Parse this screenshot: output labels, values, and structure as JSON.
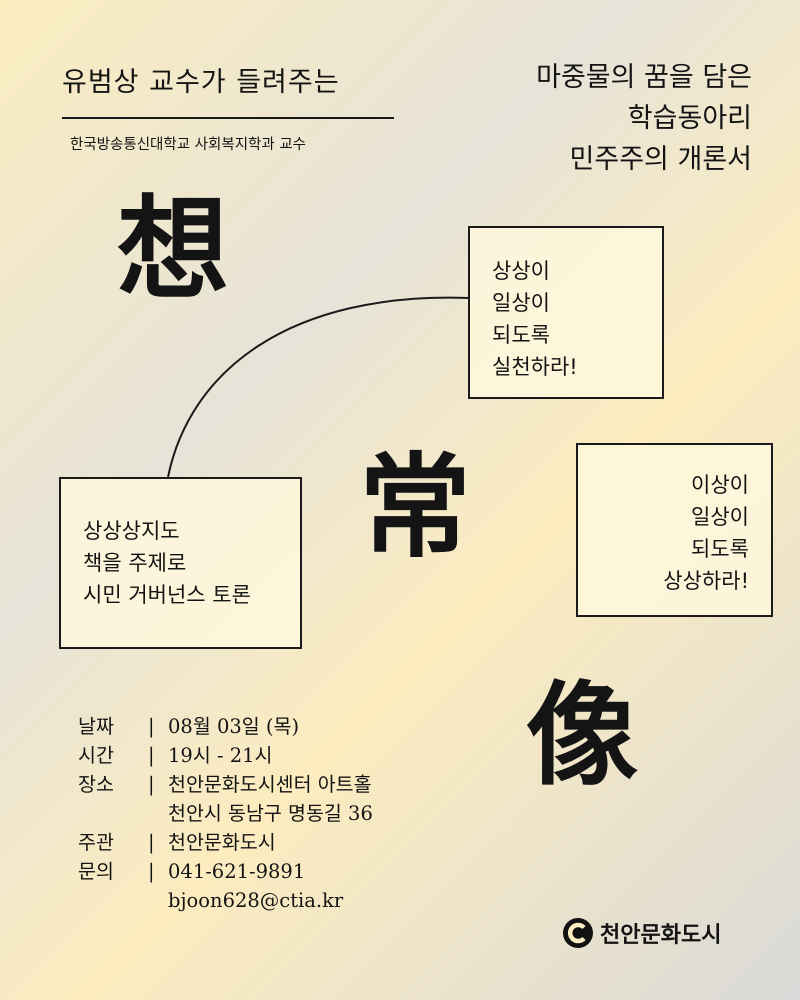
{
  "header": {
    "left_title": "유범상 교수가 들려주는",
    "subtitle": "한국방송통신대학교 사회복지학과 교수",
    "right_lines": [
      "마중물의 꿈을 담은",
      "학습동아리",
      "민주주의 개론서"
    ]
  },
  "hanja": [
    "想",
    "常",
    "像"
  ],
  "cards": {
    "card1": [
      "상상이",
      "일상이",
      "되도록",
      "실천하라!"
    ],
    "card2": [
      "이상이",
      "일상이",
      "되도록",
      "상상하라!"
    ],
    "card3": [
      "상상상지도",
      "책을 주제로",
      "시민 거버넌스 토론"
    ]
  },
  "info": [
    {
      "label": "날짜",
      "sep": "|",
      "value": "08월 03일 (목)"
    },
    {
      "label": "시간",
      "sep": "|",
      "value": "19시 - 21시"
    },
    {
      "label": "장소",
      "sep": "|",
      "value": "천안문화도시센터 아트홀"
    },
    {
      "label": "",
      "sep": "",
      "value": "천안시 동남구 명동길 36"
    },
    {
      "label": "주관",
      "sep": "|",
      "value": "천안문화도시"
    },
    {
      "label": "문의",
      "sep": "|",
      "value": "041-621-9891"
    },
    {
      "label": "",
      "sep": "",
      "value": "bjoon628@ctia.kr"
    }
  ],
  "logo": {
    "text": "천안문화도시",
    "icon": "c-logo-icon",
    "color": "#111111"
  },
  "colors": {
    "background_warm": "#fbedc0",
    "background_cool": "#dcdbd8",
    "ink": "#141414"
  }
}
